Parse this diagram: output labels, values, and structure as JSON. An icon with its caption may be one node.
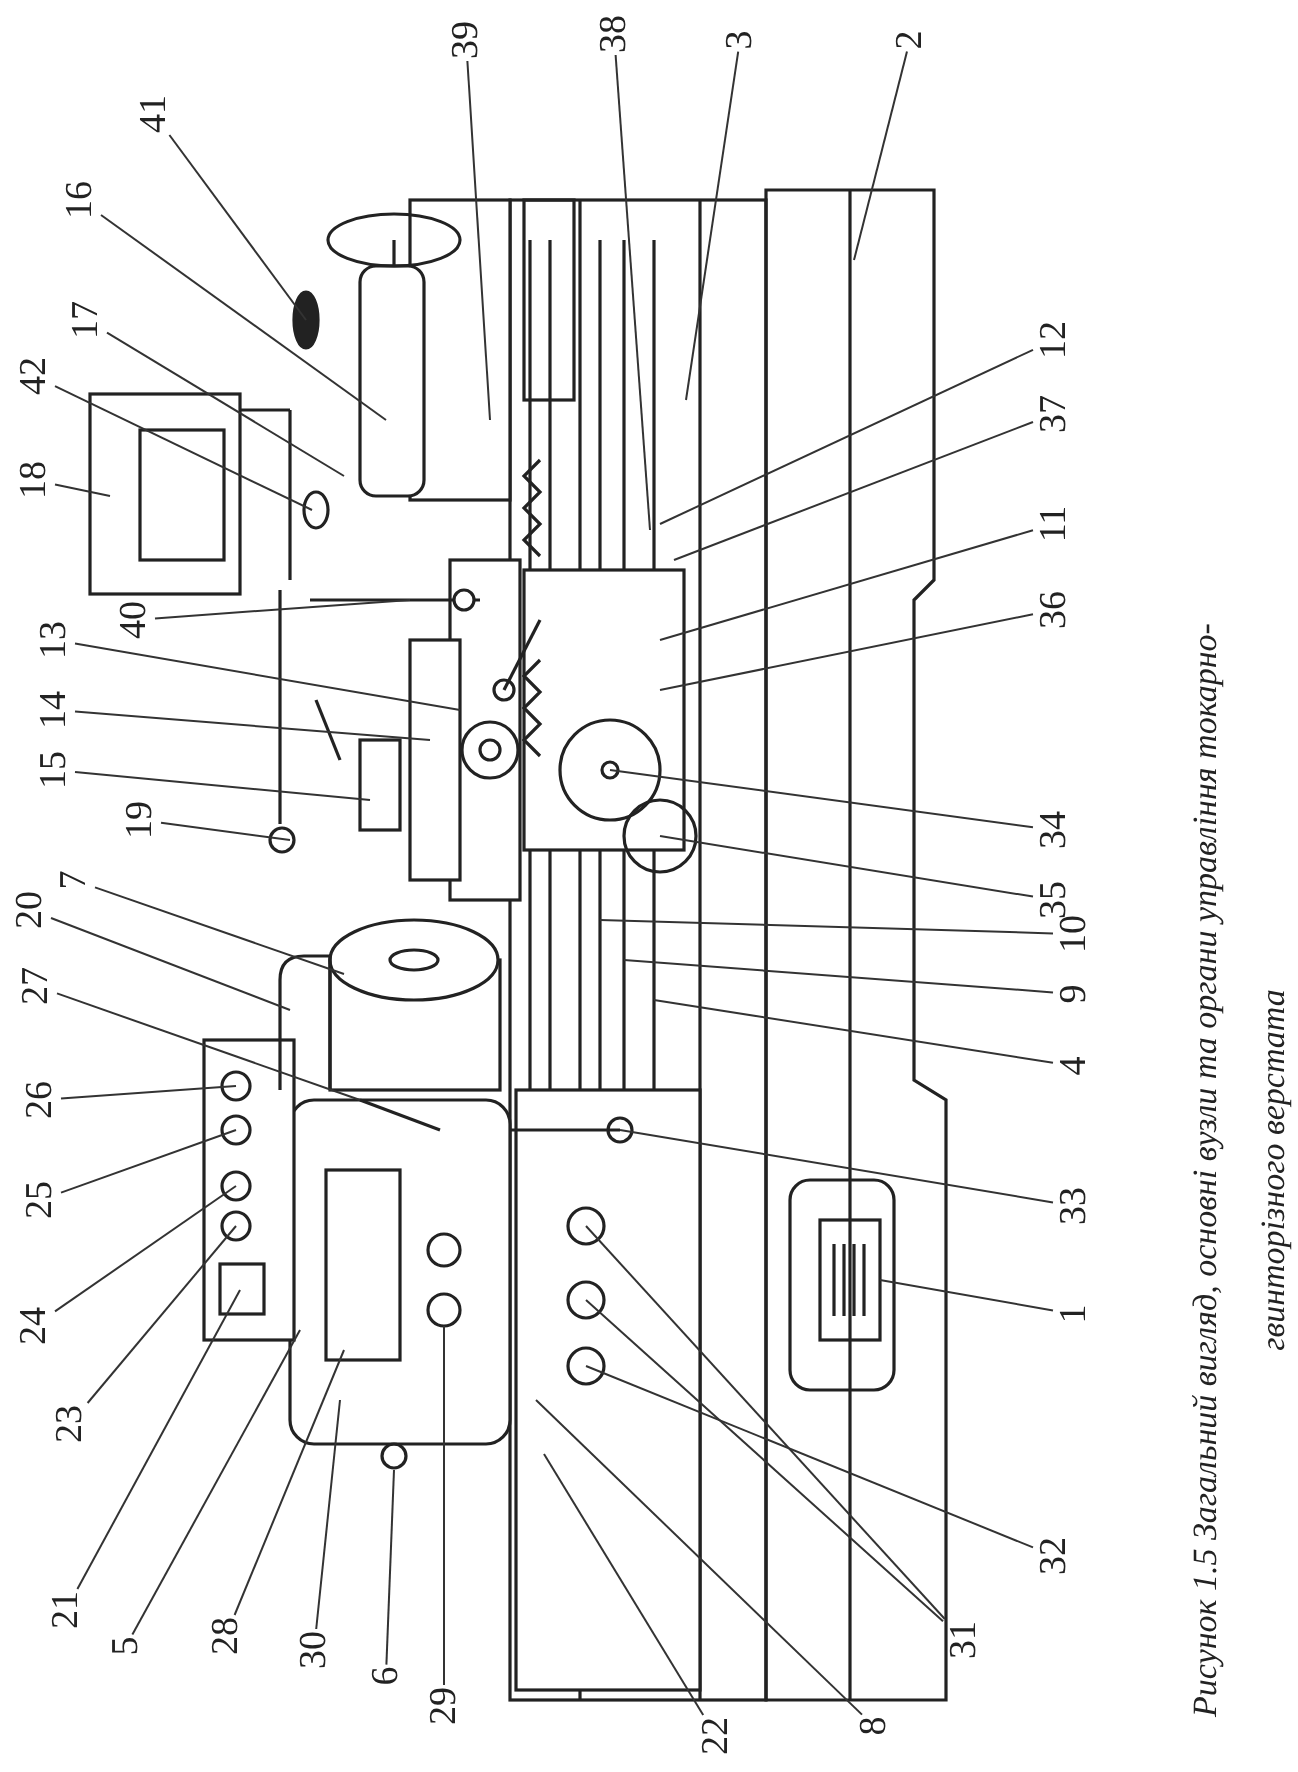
{
  "diagram": {
    "caption": "Рисунок 1.5 Загальний вигляд, основні вузли та органи управління токарно-гвинторізного верстата",
    "nodes": [
      {
        "text": [
          "41"
        ]
      },
      {
        "text": [
          "16"
        ]
      },
      {
        "text": [
          "17"
        ]
      },
      {
        "text": [
          "42"
        ]
      },
      {
        "text": [
          "18"
        ]
      },
      {
        "text": [
          "40"
        ]
      },
      {
        "text": [
          "13"
        ]
      },
      {
        "text": [
          "14"
        ]
      },
      {
        "text": [
          "15"
        ]
      },
      {
        "text": [
          "19"
        ]
      },
      {
        "text": [
          "7"
        ]
      },
      {
        "text": [
          "20"
        ]
      },
      {
        "text": [
          "27"
        ]
      },
      {
        "text": [
          "26"
        ]
      },
      {
        "text": [
          "25"
        ]
      },
      {
        "text": [
          "24"
        ]
      },
      {
        "text": [
          "23"
        ]
      },
      {
        "text": [
          "21"
        ]
      },
      {
        "text": [
          "5"
        ]
      },
      {
        "text": [
          "28"
        ]
      },
      {
        "text": [
          "30"
        ]
      },
      {
        "text": [
          "6"
        ]
      },
      {
        "text": [
          "29"
        ]
      },
      {
        "text": [
          "22"
        ]
      },
      {
        "text": [
          "8"
        ]
      },
      {
        "text": [
          "31"
        ]
      },
      {
        "text": [
          "32"
        ]
      },
      {
        "text": [
          "1"
        ]
      },
      {
        "text": [
          "33"
        ]
      },
      {
        "text": [
          "4"
        ]
      },
      {
        "text": [
          "9"
        ]
      },
      {
        "text": [
          "10"
        ]
      },
      {
        "text": [
          "35"
        ]
      },
      {
        "text": [
          "34"
        ]
      },
      {
        "text": [
          "36"
        ]
      },
      {
        "text": [
          "11"
        ]
      },
      {
        "text": [
          "37"
        ]
      },
      {
        "text": [
          "12"
        ]
      },
      {
        "text": [
          "2"
        ]
      },
      {
        "text": [
          "3"
        ]
      },
      {
        "text": [
          "38"
        ]
      },
      {
        "text": [
          "39"
        ]
      }
    ],
    "edges": [
      {
        "from": 0,
        "to": null,
        "arrow": "none"
      },
      {
        "from": 1,
        "to": null,
        "arrow": "none"
      },
      {
        "from": 2,
        "to": null,
        "arrow": "none"
      },
      {
        "from": 3,
        "to": null,
        "arrow": "none"
      },
      {
        "from": 4,
        "to": null,
        "arrow": "none"
      },
      {
        "from": 5,
        "to": null,
        "arrow": "none"
      },
      {
        "from": 6,
        "to": null,
        "arrow": "none"
      },
      {
        "from": 7,
        "to": null,
        "arrow": "none"
      },
      {
        "from": 8,
        "to": null,
        "arrow": "none"
      },
      {
        "from": 9,
        "to": null,
        "arrow": "none"
      },
      {
        "from": 10,
        "to": null,
        "arrow": "none"
      },
      {
        "from": 11,
        "to": null,
        "arrow": "none"
      },
      {
        "from": 12,
        "to": null,
        "arrow": "none"
      },
      {
        "from": 13,
        "to": null,
        "arrow": "none"
      },
      {
        "from": 14,
        "to": null,
        "arrow": "none"
      },
      {
        "from": 15,
        "to": null,
        "arrow": "none"
      },
      {
        "from": 16,
        "to": null,
        "arrow": "none"
      },
      {
        "from": 17,
        "to": null,
        "arrow": "none"
      },
      {
        "from": 18,
        "to": null,
        "arrow": "none"
      },
      {
        "from": 19,
        "to": null,
        "arrow": "none"
      },
      {
        "from": 20,
        "to": null,
        "arrow": "none"
      },
      {
        "from": 21,
        "to": null,
        "arrow": "none"
      },
      {
        "from": 22,
        "to": null,
        "arrow": "none"
      },
      {
        "from": 23,
        "to": null,
        "arrow": "none"
      },
      {
        "from": 24,
        "to": null,
        "arrow": "none"
      },
      {
        "from": 25,
        "to": null,
        "arrow": "none"
      },
      {
        "from": 25,
        "to": null,
        "arrow": "none"
      },
      {
        "from": 26,
        "to": null,
        "arrow": "none"
      },
      {
        "from": 27,
        "to": null,
        "arrow": "none"
      },
      {
        "from": 28,
        "to": null,
        "arrow": "none"
      },
      {
        "from": 29,
        "to": null,
        "arrow": "none"
      },
      {
        "from": 30,
        "to": null,
        "arrow": "none"
      },
      {
        "from": 31,
        "to": null,
        "arrow": "none"
      },
      {
        "from": 32,
        "to": null,
        "arrow": "none"
      },
      {
        "from": 33,
        "to": null,
        "arrow": "none"
      },
      {
        "from": 34,
        "to": null,
        "arrow": "none"
      },
      {
        "from": 35,
        "to": null,
        "arrow": "none"
      },
      {
        "from": 36,
        "to": null,
        "arrow": "none"
      },
      {
        "from": 37,
        "to": null,
        "arrow": "none"
      },
      {
        "from": 38,
        "to": null,
        "arrow": "none"
      },
      {
        "from": 39,
        "to": null,
        "arrow": "none"
      },
      {
        "from": 40,
        "to": null,
        "arrow": "none"
      },
      {
        "from": 41,
        "to": null,
        "arrow": "none"
      }
    ]
  }
}
